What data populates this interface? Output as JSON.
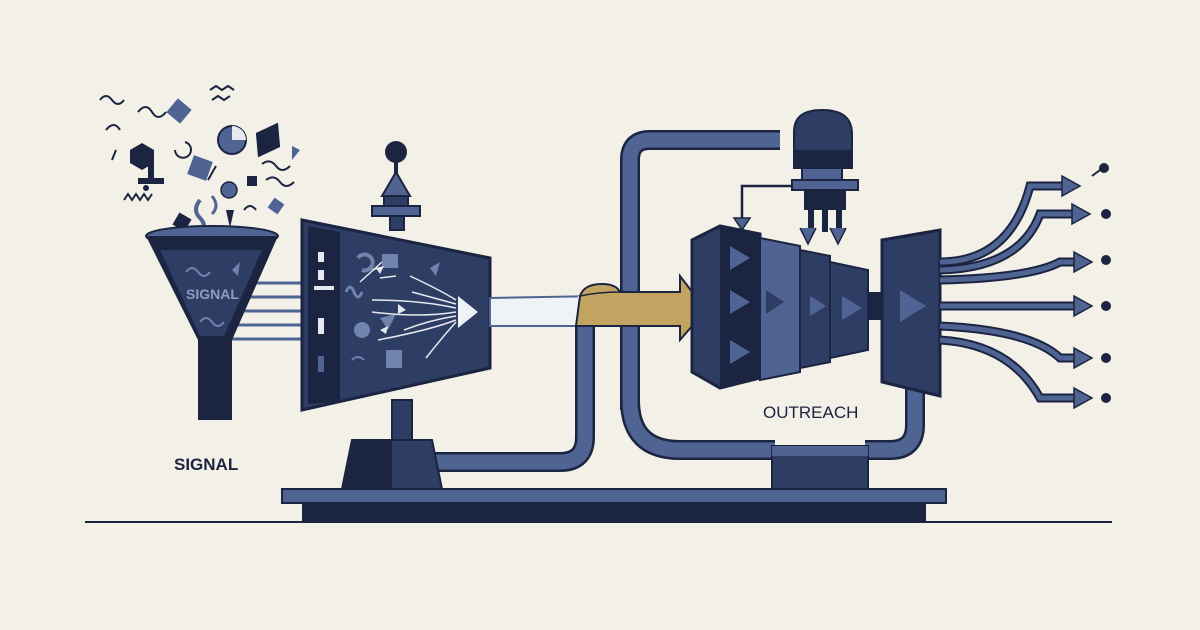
{
  "labels": {
    "funnel_text": "SIGNAL",
    "signal_label": "SIGNAL",
    "outreach_label": "OUTREACH"
  },
  "colors": {
    "background": "#f3f0e8",
    "navy_dark": "#1b2440",
    "navy": "#2e3d63",
    "slate": "#4f6492",
    "slate_light": "#7083ad",
    "gold": "#c2a362",
    "light_beam": "#eef3f8"
  },
  "icons": {
    "input_shapes": "scattered-geometric-shapes",
    "output_arrows": "branching-output-arrows"
  }
}
